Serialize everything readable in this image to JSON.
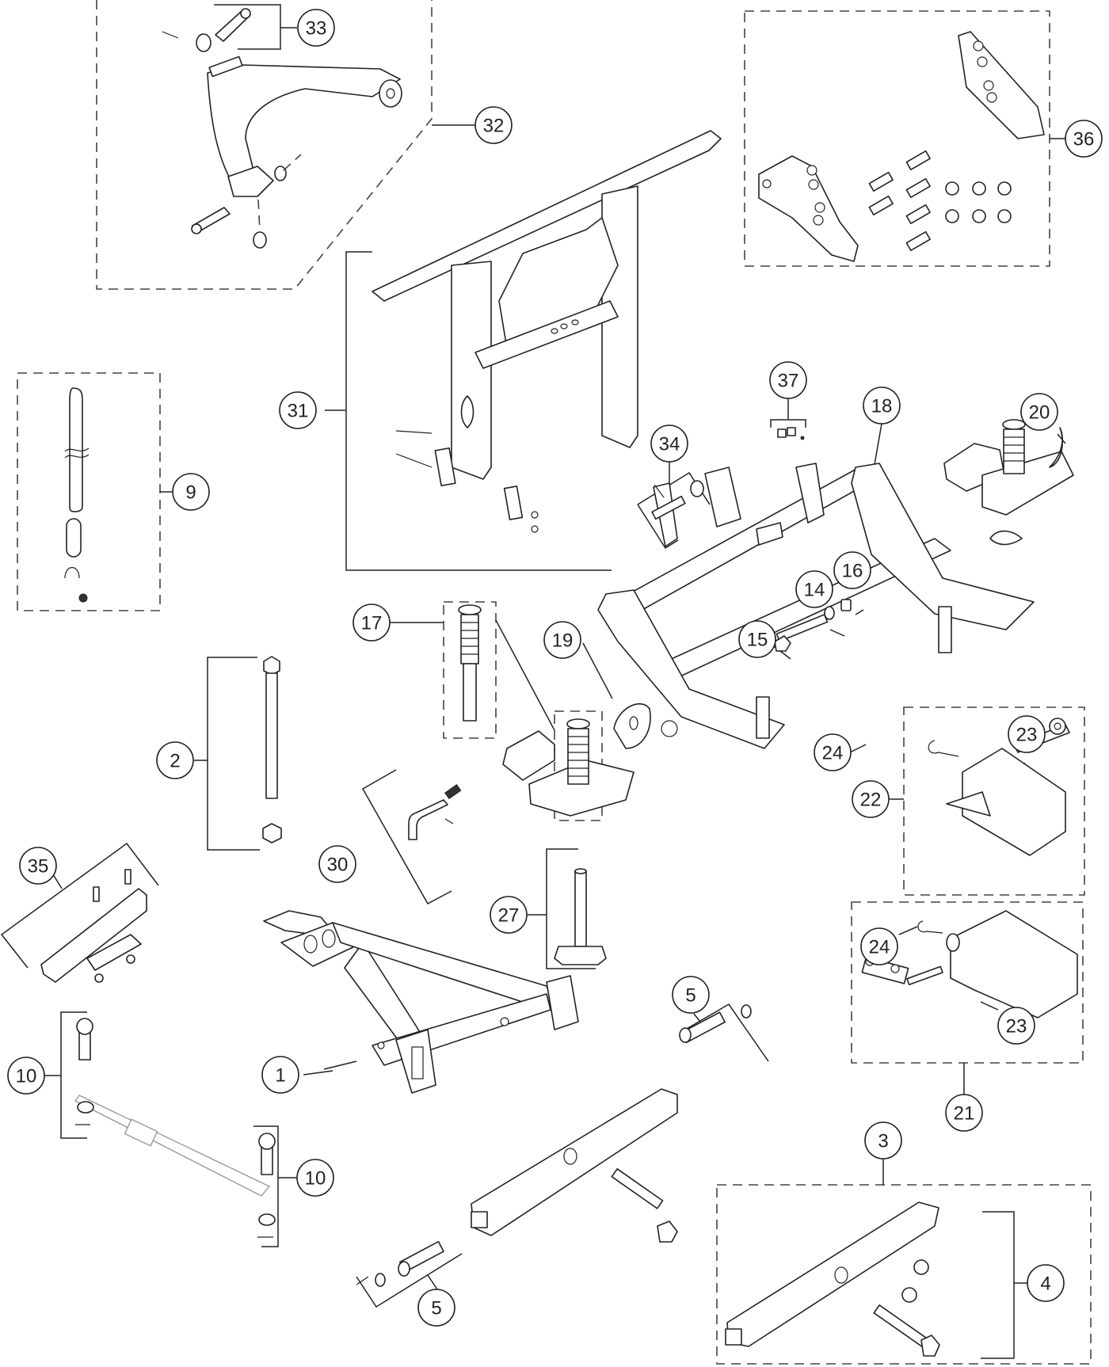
{
  "diagram": {
    "title": "Snowplow mount exploded parts diagram",
    "callouts": [
      {
        "id": "c1",
        "label": "1"
      },
      {
        "id": "c2",
        "label": "2"
      },
      {
        "id": "c3",
        "label": "3"
      },
      {
        "id": "c4",
        "label": "4"
      },
      {
        "id": "c5a",
        "label": "5"
      },
      {
        "id": "c5b",
        "label": "5"
      },
      {
        "id": "c9",
        "label": "9"
      },
      {
        "id": "c10a",
        "label": "10"
      },
      {
        "id": "c10b",
        "label": "10"
      },
      {
        "id": "c14",
        "label": "14"
      },
      {
        "id": "c15",
        "label": "15"
      },
      {
        "id": "c16",
        "label": "16"
      },
      {
        "id": "c17",
        "label": "17"
      },
      {
        "id": "c18",
        "label": "18"
      },
      {
        "id": "c19",
        "label": "19"
      },
      {
        "id": "c20",
        "label": "20"
      },
      {
        "id": "c21",
        "label": "21"
      },
      {
        "id": "c22",
        "label": "22"
      },
      {
        "id": "c23a",
        "label": "23"
      },
      {
        "id": "c23b",
        "label": "23"
      },
      {
        "id": "c24a",
        "label": "24"
      },
      {
        "id": "c24b",
        "label": "24"
      },
      {
        "id": "c27",
        "label": "27"
      },
      {
        "id": "c30",
        "label": "30"
      },
      {
        "id": "c31",
        "label": "31"
      },
      {
        "id": "c32",
        "label": "32"
      },
      {
        "id": "c33",
        "label": "33"
      },
      {
        "id": "c34",
        "label": "34"
      },
      {
        "id": "c35",
        "label": "35"
      },
      {
        "id": "c36",
        "label": "36"
      },
      {
        "id": "c37",
        "label": "37"
      }
    ]
  }
}
